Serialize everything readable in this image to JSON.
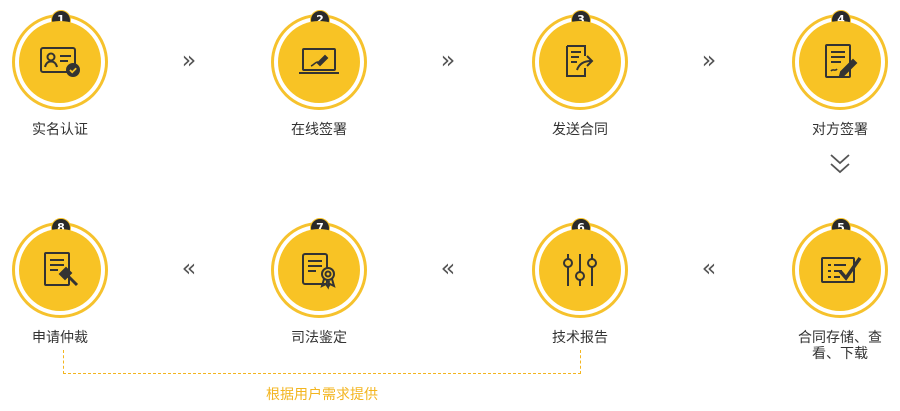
{
  "steps": [
    {
      "num": "1",
      "label": "实名认证",
      "icon": "id-card-check-icon"
    },
    {
      "num": "2",
      "label": "在线签署",
      "icon": "laptop-sign-icon"
    },
    {
      "num": "3",
      "label": "发送合同",
      "icon": "document-send-icon"
    },
    {
      "num": "4",
      "label": "对方签署",
      "icon": "document-signature-icon"
    },
    {
      "num": "5",
      "label": "合同存储、查看、下载",
      "icon": "checklist-board-icon"
    },
    {
      "num": "6",
      "label": "技术报告",
      "icon": "sliders-icon"
    },
    {
      "num": "7",
      "label": "司法鉴定",
      "icon": "certificate-icon"
    },
    {
      "num": "8",
      "label": "申请仲裁",
      "icon": "document-gavel-icon"
    }
  ],
  "arrows": {
    "right": "»",
    "left": "«"
  },
  "bracket_note": "根据用户需求提供",
  "colors": {
    "accent": "#f8c325",
    "ring": "#f6c22d",
    "note": "#f3b51f",
    "text": "#333333"
  }
}
